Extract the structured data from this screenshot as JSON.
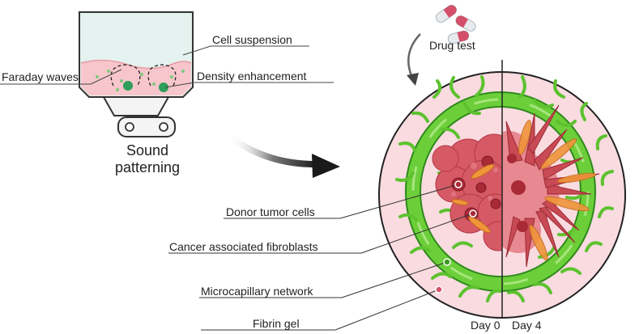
{
  "labels": {
    "cell_suspension": "Cell suspension",
    "faraday_waves": "Faraday waves",
    "density_enhancement": "Density enhancement",
    "sound_patterning": "Sound\npatterning",
    "drug_test": "Drug test",
    "donor_tumor_cells": "Donor tumor cells",
    "cancer_associated_fibroblasts": "Cancer associated fibroblasts",
    "microcapillary_network": "Microcapillary network",
    "fibrin_gel": "Fibrin gel",
    "day0": "Day 0",
    "day4": "Day 4"
  },
  "icons": [
    "pill-capsule-icon",
    "sound-device-icon",
    "curved-arrow-icon"
  ],
  "colors": {
    "gel_pink": "#f9dbe0",
    "vessel_green": "#6ccf3a",
    "vessel_dark": "#2e8a1a",
    "tumor_red": "#c84a55",
    "fibroblast_orange": "#f0953a",
    "suspension_pink": "#f7c6cc"
  }
}
